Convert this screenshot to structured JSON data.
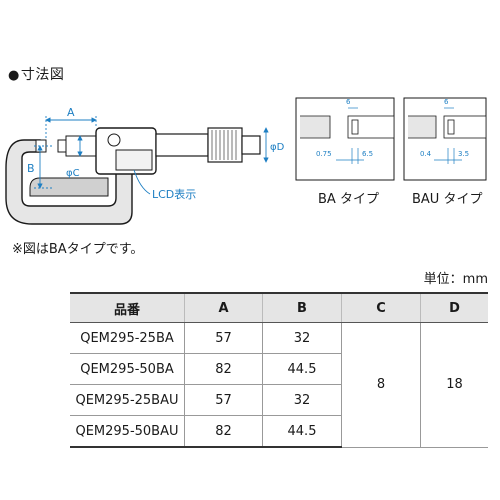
{
  "section": {
    "bullet": "●",
    "title": "寸法図"
  },
  "drawing": {
    "label_a": "A",
    "label_b": "B",
    "label_phi_c": "φC",
    "label_phi_d": "φD",
    "label_lcd": "LCD表示"
  },
  "detail_ba": {
    "dim_top": "6",
    "dim_tip": "0.75",
    "dim_side": "6.5",
    "caption": "BA タイプ"
  },
  "detail_bau": {
    "dim_top": "6",
    "dim_tip": "0.4",
    "dim_side": "3.5",
    "caption": "BAU タイプ"
  },
  "note": "※図はBAタイプです。",
  "unit": "単位：mm",
  "table": {
    "headers": [
      "品番",
      "A",
      "B",
      "C",
      "D"
    ],
    "rows": [
      {
        "model": "QEM295-25BA",
        "a": "57",
        "b": "32"
      },
      {
        "model": "QEM295-50BA",
        "a": "82",
        "b": "44.5"
      },
      {
        "model": "QEM295-25BAU",
        "a": "57",
        "b": "32"
      },
      {
        "model": "QEM295-50BAU",
        "a": "82",
        "b": "44.5"
      }
    ],
    "c_common": "8",
    "d_common": "18"
  },
  "colors": {
    "dimension": "#1e7fc3",
    "frame": "#1a1a1a",
    "frame_fill": "#e6e6e6",
    "header_bg": "#e5e5e5"
  }
}
